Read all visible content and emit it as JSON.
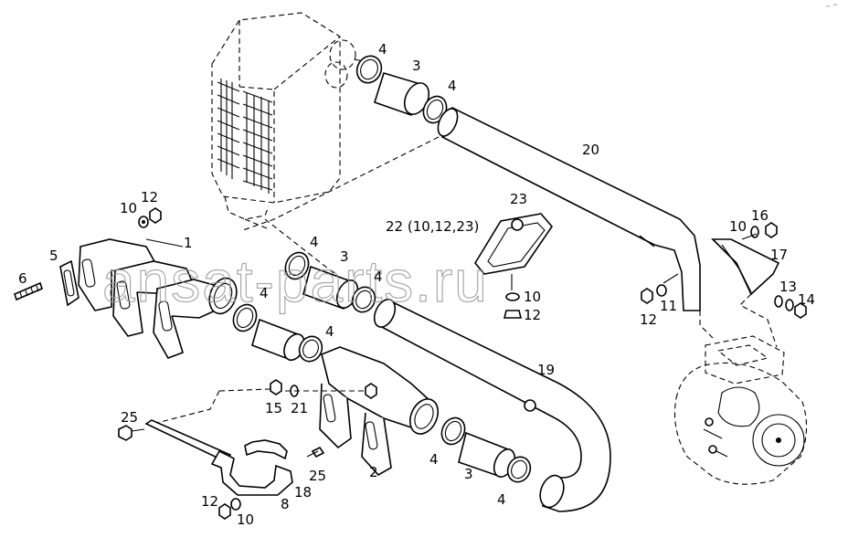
{
  "watermark": "ansat-parts.ru",
  "corner_mark": "⌐ ™",
  "callouts": {
    "c1": "1",
    "c2": "2",
    "c3a": "3",
    "c3b": "3",
    "c3c": "3",
    "c4a": "4",
    "c4b": "4",
    "c4c": "4",
    "c4d": "4",
    "c4e": "4",
    "c4f": "4",
    "c4g": "4",
    "c4h": "4",
    "c5": "5",
    "c6": "6",
    "c8": "8",
    "c10a": "10",
    "c10b": "10",
    "c10c": "10",
    "c10d": "10",
    "c11": "11",
    "c12a": "12",
    "c12b": "12",
    "c12c": "12",
    "c12d": "12",
    "c13": "13",
    "c14": "14",
    "c15": "15",
    "c16": "16",
    "c17": "17",
    "c18": "18",
    "c19": "19",
    "c20": "20",
    "c21": "21",
    "c22": "22 (10,12,23)",
    "c23": "23",
    "c25a": "25",
    "c25b": "25"
  }
}
